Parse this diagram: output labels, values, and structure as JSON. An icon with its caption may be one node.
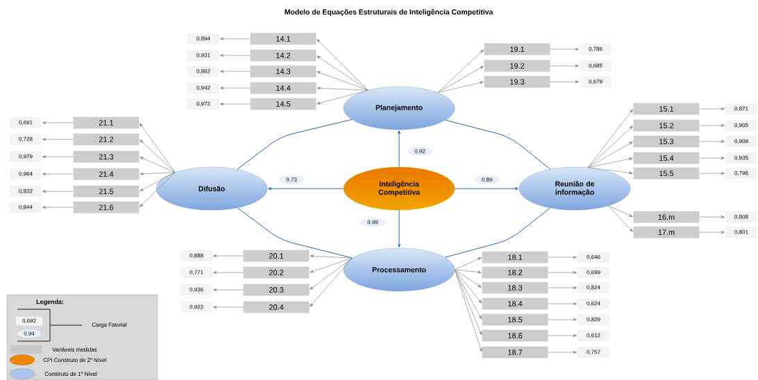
{
  "diagram": {
    "title": "Modelo de Equações Estruturais de Inteligência Competitiva",
    "nodes": [
      {
        "text": [
          "Inteligência Competitiva"
        ]
      },
      {
        "text": [
          "Planejamento"
        ]
      },
      {
        "text": [
          "Difusão"
        ]
      },
      {
        "text": [
          "Reunião de informação"
        ]
      },
      {
        "text": [
          "Processamento"
        ]
      },
      {
        "text": [
          "14.1"
        ]
      },
      {
        "text": [
          "0,894"
        ]
      },
      {
        "text": [
          "14.2"
        ]
      },
      {
        "text": [
          "0,931"
        ]
      },
      {
        "text": [
          "14.3"
        ]
      },
      {
        "text": [
          "0,862"
        ]
      },
      {
        "text": [
          "14.4"
        ]
      },
      {
        "text": [
          "0,942"
        ]
      },
      {
        "text": [
          "14.5"
        ]
      },
      {
        "text": [
          "0,973"
        ]
      },
      {
        "text": [
          "19.1"
        ]
      },
      {
        "text": [
          "0,786"
        ]
      },
      {
        "text": [
          "19.2"
        ]
      },
      {
        "text": [
          "0,685"
        ]
      },
      {
        "text": [
          "19.3"
        ]
      },
      {
        "text": [
          "0,679"
        ]
      },
      {
        "text": [
          "21.1"
        ]
      },
      {
        "text": [
          "0,691"
        ]
      },
      {
        "text": [
          "21.2"
        ]
      },
      {
        "text": [
          "0,728"
        ]
      },
      {
        "text": [
          "21.3"
        ]
      },
      {
        "text": [
          "0,979"
        ]
      },
      {
        "text": [
          "21.4"
        ]
      },
      {
        "text": [
          "0,964"
        ]
      },
      {
        "text": [
          "21.5"
        ]
      },
      {
        "text": [
          "0,832"
        ]
      },
      {
        "text": [
          "21.6"
        ]
      },
      {
        "text": [
          "0,844"
        ]
      },
      {
        "text": [
          "15.1"
        ]
      },
      {
        "text": [
          "0,871"
        ]
      },
      {
        "text": [
          "15.2"
        ]
      },
      {
        "text": [
          "0,905"
        ]
      },
      {
        "text": [
          "15.3"
        ]
      },
      {
        "text": [
          "0,909"
        ]
      },
      {
        "text": [
          "15.4"
        ]
      },
      {
        "text": [
          "0,935"
        ]
      },
      {
        "text": [
          "15.5"
        ]
      },
      {
        "text": [
          "0,798"
        ]
      },
      {
        "text": [
          "16.m"
        ]
      },
      {
        "text": [
          "0,808"
        ]
      },
      {
        "text": [
          "17.m"
        ]
      },
      {
        "text": [
          "0,801"
        ]
      },
      {
        "text": [
          "20.1"
        ]
      },
      {
        "text": [
          "0,888"
        ]
      },
      {
        "text": [
          "20.2"
        ]
      },
      {
        "text": [
          "0,771"
        ]
      },
      {
        "text": [
          "20.3"
        ]
      },
      {
        "text": [
          "0,936"
        ]
      },
      {
        "text": [
          "20.4"
        ]
      },
      {
        "text": [
          "0,922"
        ]
      },
      {
        "text": [
          "18.1"
        ]
      },
      {
        "text": [
          "0,646"
        ]
      },
      {
        "text": [
          "18.2"
        ]
      },
      {
        "text": [
          "0,699"
        ]
      },
      {
        "text": [
          "18.3"
        ]
      },
      {
        "text": [
          "0,824"
        ]
      },
      {
        "text": [
          "18.4"
        ]
      },
      {
        "text": [
          "0,624"
        ]
      },
      {
        "text": [
          "18.5"
        ]
      },
      {
        "text": [
          "0,829"
        ]
      },
      {
        "text": [
          "18.6"
        ]
      },
      {
        "text": [
          "0,612"
        ]
      },
      {
        "text": [
          "18.7"
        ]
      },
      {
        "text": [
          "0,757"
        ]
      }
    ],
    "edges": [
      {
        "from": 0,
        "to": 1,
        "arrow": "to",
        "label": "0.92",
        "color": "#1f66b8"
      },
      {
        "from": 0,
        "to": 2,
        "arrow": "to",
        "label": "0.73",
        "color": "#1f66b8"
      },
      {
        "from": 0,
        "to": 3,
        "arrow": "to",
        "label": "0.89",
        "color": "#1f66b8"
      },
      {
        "from": 0,
        "to": 4,
        "arrow": "to",
        "label": "0.99",
        "color": "#1f66b8"
      },
      {
        "from": 1,
        "to": 2,
        "arrow": "none",
        "color": "#1f66b8"
      },
      {
        "from": 1,
        "to": 3,
        "arrow": "none",
        "color": "#1f66b8"
      },
      {
        "from": 2,
        "to": 4,
        "arrow": "none",
        "color": "#1f66b8"
      },
      {
        "from": 4,
        "to": 3,
        "arrow": "none",
        "color": "#1f66b8"
      },
      {
        "from": 1,
        "to": 5,
        "arrow": "to"
      },
      {
        "from": 1,
        "to": 7,
        "arrow": "to"
      },
      {
        "from": 1,
        "to": 9,
        "arrow": "to"
      },
      {
        "from": 1,
        "to": 11,
        "arrow": "to"
      },
      {
        "from": 1,
        "to": 13,
        "arrow": "to"
      },
      {
        "from": 1,
        "to": 15,
        "arrow": "to"
      },
      {
        "from": 1,
        "to": 17,
        "arrow": "to"
      },
      {
        "from": 1,
        "to": 19,
        "arrow": "to"
      },
      {
        "from": 2,
        "to": 21,
        "arrow": "to"
      },
      {
        "from": 2,
        "to": 23,
        "arrow": "to"
      },
      {
        "from": 2,
        "to": 25,
        "arrow": "to"
      },
      {
        "from": 2,
        "to": 27,
        "arrow": "to"
      },
      {
        "from": 2,
        "to": 29,
        "arrow": "to"
      },
      {
        "from": 2,
        "to": 31,
        "arrow": "to"
      },
      {
        "from": 3,
        "to": 33,
        "arrow": "to"
      },
      {
        "from": 3,
        "to": 35,
        "arrow": "to"
      },
      {
        "from": 3,
        "to": 37,
        "arrow": "to"
      },
      {
        "from": 3,
        "to": 39,
        "arrow": "to"
      },
      {
        "from": 3,
        "to": 41,
        "arrow": "to"
      },
      {
        "from": 3,
        "to": 43,
        "arrow": "to"
      },
      {
        "from": 3,
        "to": 45,
        "arrow": "to"
      },
      {
        "from": 4,
        "to": 47,
        "arrow": "to"
      },
      {
        "from": 4,
        "to": 49,
        "arrow": "to"
      },
      {
        "from": 4,
        "to": 51,
        "arrow": "to"
      },
      {
        "from": 4,
        "to": 53,
        "arrow": "to"
      },
      {
        "from": 4,
        "to": 55,
        "arrow": "to"
      },
      {
        "from": 4,
        "to": 57,
        "arrow": "to"
      },
      {
        "from": 4,
        "to": 59,
        "arrow": "to"
      },
      {
        "from": 4,
        "to": 61,
        "arrow": "to"
      },
      {
        "from": 4,
        "to": 63,
        "arrow": "to"
      },
      {
        "from": 4,
        "to": 65,
        "arrow": "to"
      },
      {
        "from": 4,
        "to": 67,
        "arrow": "to"
      },
      {
        "from": 5,
        "to": 6,
        "arrow": "to"
      },
      {
        "from": 7,
        "to": 8,
        "arrow": "to"
      },
      {
        "from": 9,
        "to": 10,
        "arrow": "to"
      },
      {
        "from": 11,
        "to": 12,
        "arrow": "to"
      },
      {
        "from": 13,
        "to": 14,
        "arrow": "to"
      },
      {
        "from": 15,
        "to": 16,
        "arrow": "to"
      },
      {
        "from": 17,
        "to": 18,
        "arrow": "to"
      },
      {
        "from": 19,
        "to": 20,
        "arrow": "to"
      },
      {
        "from": 21,
        "to": 22,
        "arrow": "to"
      },
      {
        "from": 23,
        "to": 24,
        "arrow": "to"
      },
      {
        "from": 25,
        "to": 26,
        "arrow": "to"
      },
      {
        "from": 27,
        "to": 28,
        "arrow": "to"
      },
      {
        "from": 29,
        "to": 30,
        "arrow": "to"
      },
      {
        "from": 31,
        "to": 32,
        "arrow": "to"
      },
      {
        "from": 33,
        "to": 34,
        "arrow": "to"
      },
      {
        "from": 35,
        "to": 36,
        "arrow": "to"
      },
      {
        "from": 37,
        "to": 38,
        "arrow": "to"
      },
      {
        "from": 39,
        "to": 40,
        "arrow": "to"
      },
      {
        "from": 41,
        "to": 42,
        "arrow": "to"
      },
      {
        "from": 43,
        "to": 44,
        "arrow": "to"
      },
      {
        "from": 45,
        "to": 46,
        "arrow": "to"
      },
      {
        "from": 47,
        "to": 48,
        "arrow": "to"
      },
      {
        "from": 49,
        "to": 50,
        "arrow": "to"
      },
      {
        "from": 51,
        "to": 52,
        "arrow": "to"
      },
      {
        "from": 53,
        "to": 54,
        "arrow": "to"
      },
      {
        "from": 55,
        "to": 56,
        "arrow": "to"
      },
      {
        "from": 57,
        "to": 58,
        "arrow": "to"
      },
      {
        "from": 59,
        "to": 60,
        "arrow": "to"
      },
      {
        "from": 61,
        "to": 62,
        "arrow": "to"
      },
      {
        "from": 63,
        "to": 64,
        "arrow": "to"
      },
      {
        "from": 65,
        "to": 66,
        "arrow": "to"
      },
      {
        "from": 67,
        "to": 68,
        "arrow": "to"
      }
    ],
    "labels": [
      "Legenda:",
      "0,692",
      "0.94"
    ],
    "legend": [
      {
        "text": "Carga Fatorial"
      },
      {
        "text": "Variáveis medidas",
        "color": "#c8c8c8"
      },
      {
        "text": "CPI Construto de 2º Nível",
        "color": "#ee8400"
      },
      {
        "text": "Construto de 1º Nível",
        "color": "#a9c4ec"
      }
    ]
  }
}
